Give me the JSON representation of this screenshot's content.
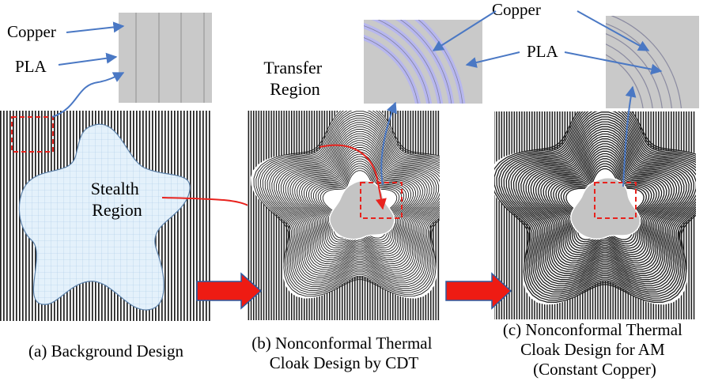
{
  "labels": {
    "copper_left": "Copper",
    "pla_left": "PLA",
    "stealth_line1": "Stealth",
    "stealth_line2": "Region",
    "transfer_line1": "Transfer",
    "transfer_line2": "Region",
    "copper_right": "Copper",
    "pla_right": "PLA"
  },
  "captions": {
    "a": "(a) Background Design",
    "b_line1": "(b) Nonconformal Thermal",
    "b_line2": "Cloak Design by CDT",
    "c_line1": "(c) Nonconformal Thermal",
    "c_line2": "Cloak Design for AM",
    "c_line3": "(Constant Copper)"
  },
  "colors": {
    "pla_gray": "#c9c9c9",
    "copper_stripe": "#9a9a9a",
    "copper_band": "#b7b7ee",
    "pointer_blue": "#4a78c4",
    "highlight_red": "#e8231e",
    "arrow_red": "#ee1b13",
    "arrow_border": "#2d5aa0",
    "stealth_fill": "#e4f1fb",
    "core_gray": "#c4c4c4"
  }
}
